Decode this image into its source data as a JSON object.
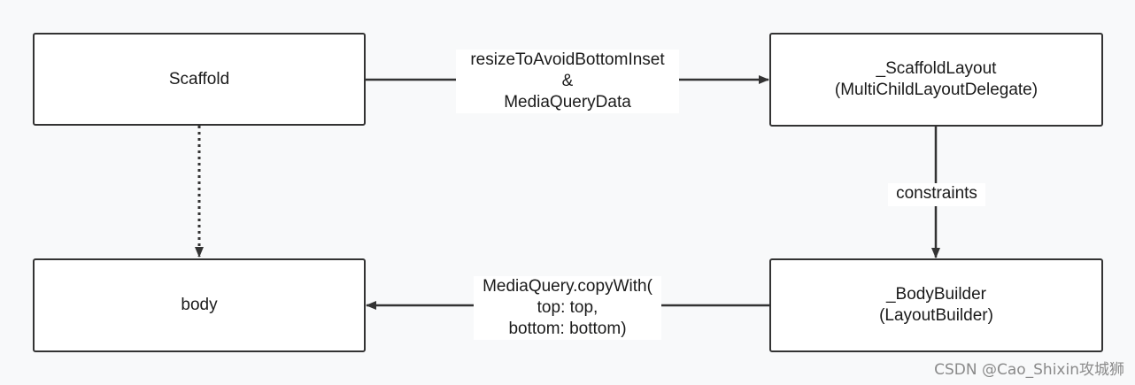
{
  "nodes": {
    "scaffold": {
      "line1": "Scaffold"
    },
    "scaffold_layout": {
      "line1": "_ScaffoldLayout",
      "line2": "(MultiChildLayoutDelegate)"
    },
    "body": {
      "line1": "body"
    },
    "body_builder": {
      "line1": "_BodyBuilder",
      "line2": "(LayoutBuilder)"
    }
  },
  "edges": {
    "scaffold_to_layout": {
      "line1": "resizeToAvoidBottomInset",
      "line2": "&",
      "line3": "MediaQueryData"
    },
    "layout_to_builder": {
      "line1": "constraints"
    },
    "builder_to_body": {
      "line1": "MediaQuery.copyWith(",
      "line2": "top: top,",
      "line3": "bottom: bottom)"
    },
    "scaffold_to_body": {
      "style": "dotted"
    }
  },
  "watermark": "CSDN @Cao_Shixin攻城狮",
  "colors": {
    "stroke": "#333333",
    "background": "#f8f9fa",
    "node_fill": "#ffffff"
  }
}
